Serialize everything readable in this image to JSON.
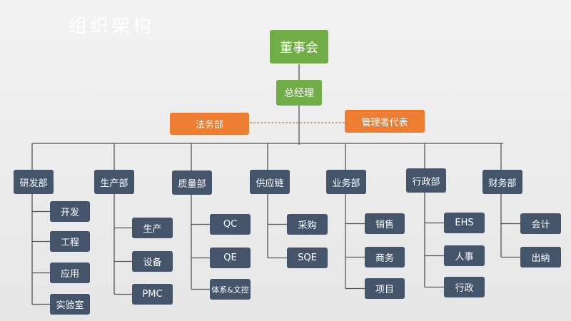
{
  "title": "组织架构",
  "colors": {
    "top": "#70ad47",
    "side": "#ed7d31",
    "dept": "#44546a"
  },
  "board": "董事会",
  "gm": "总经理",
  "legal": "法务部",
  "mgmt_rep": "管理者代表",
  "departments": [
    {
      "name": "研发部",
      "children": [
        "开发",
        "工程",
        "应用",
        "实验室"
      ]
    },
    {
      "name": "生产部",
      "children": [
        "生产",
        "设备",
        "PMC"
      ]
    },
    {
      "name": "质量部",
      "children": [
        "QC",
        "QE",
        "体系&文控"
      ]
    },
    {
      "name": "供应链",
      "children": [
        "采购",
        "SQE"
      ]
    },
    {
      "name": "业务部",
      "children": [
        "销售",
        "商务",
        "项目"
      ]
    },
    {
      "name": "行政部",
      "children": [
        "EHS",
        "人事",
        "行政"
      ]
    },
    {
      "name": "财务部",
      "children": [
        "会计",
        "出纳"
      ]
    }
  ]
}
